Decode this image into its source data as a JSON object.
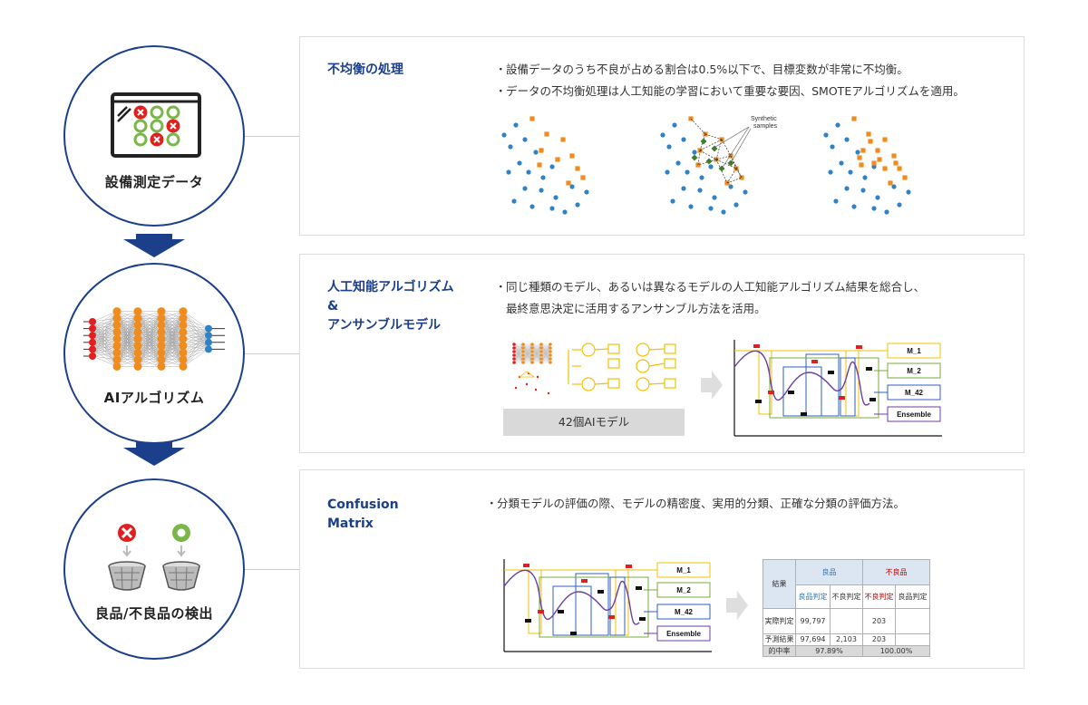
{
  "steps": [
    {
      "label": "設備測定データ"
    },
    {
      "label": "AIアルゴリズム"
    },
    {
      "label": "良品/不良品の検出"
    }
  ],
  "panels": [
    {
      "title_lines": [
        "不均衡の処理"
      ],
      "bullets": [
        "設備データのうち不良が占める割合は0.5%以下で、目標変数が非常に不均衡。",
        "データの不均衡処理は人工知能の学習において重要な要因、SMOTEアルゴリズムを適用。"
      ],
      "synthetic_label_1": "Synthetic",
      "synthetic_label_2": "samples"
    },
    {
      "title_lines": [
        "人工知能アルゴリズム",
        "&",
        "アンサンブルモデル"
      ],
      "bullets": [
        "同じ種類のモデル、あるいは異なるモデルの人工知能アルゴリズム結果を総合し、",
        "最終意思決定に活用するアンサンブル方法を活用。"
      ],
      "model_count_label": "42個AIモデル"
    },
    {
      "title_lines": [
        "Confusion",
        "Matrix"
      ],
      "bullets": [
        "分類モデルの評価の際、モデルの精密度、実用的分類、正確な分類の評価方法。"
      ],
      "matrix": {
        "corner": "結果",
        "good": "良品",
        "bad": "不良品",
        "good_judge": "良品判定",
        "bad_judge": "不良判定",
        "row_actual": "実際判定",
        "row_pred": "予測結果",
        "row_acc": "的中率",
        "v_actual_good": "99,797",
        "v_actual_bad": "203",
        "v_pred_good_good": "97,694",
        "v_pred_good_bad": "2,103",
        "v_pred_bad": "203",
        "acc_good": "97.89%",
        "acc_bad": "100.00%"
      }
    }
  ],
  "legend": [
    "M_1",
    "M_2",
    "M_42",
    "Ensemble"
  ],
  "colors": {
    "accent": "#1b3f8a",
    "orange": "#f08c1e",
    "blue": "#2f82c4",
    "green": "#3f7d2e",
    "red": "#e02020",
    "yellow": "#f2c200"
  }
}
